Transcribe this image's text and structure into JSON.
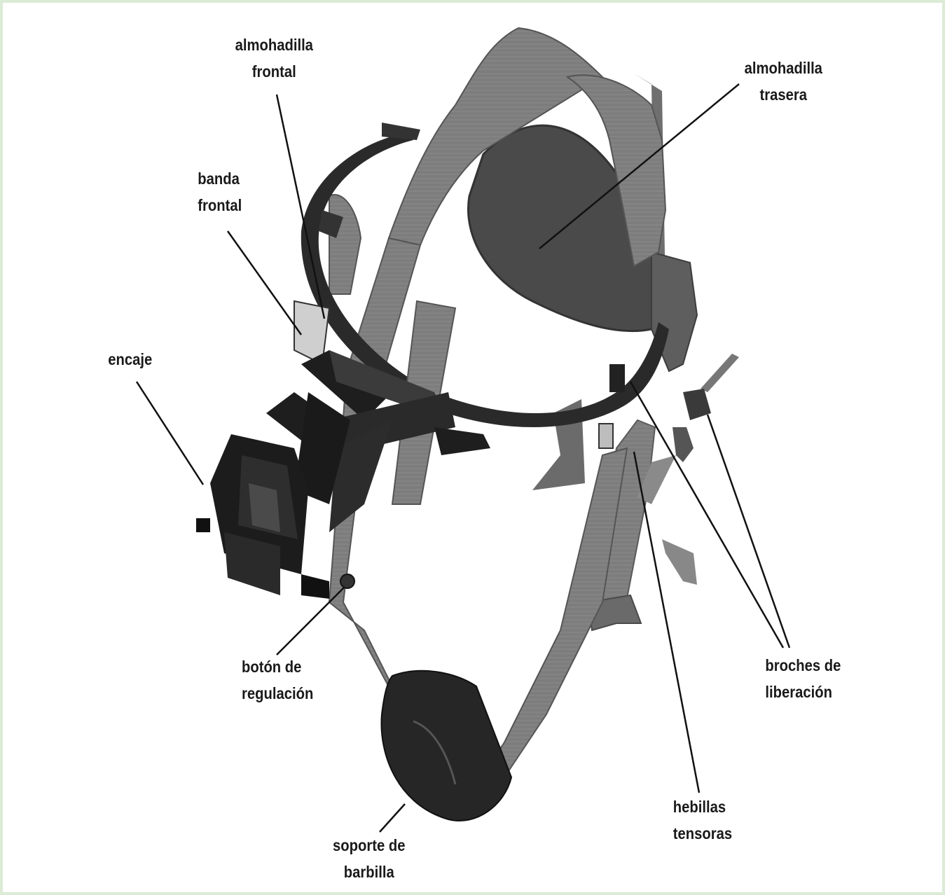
{
  "labels": {
    "almohadilla_frontal": {
      "line1": "almohadilla",
      "line2": "frontal"
    },
    "almohadilla_trasera": {
      "line1": "almohadilla",
      "line2": "trasera"
    },
    "banda_frontal": {
      "line1": "banda",
      "line2": "frontal"
    },
    "encaje": {
      "line1": "encaje"
    },
    "boton_regulacion": {
      "line1": "botón de",
      "line2": "regulación"
    },
    "broches_liberacion": {
      "line1": "broches de",
      "line2": "liberación"
    },
    "hebillas_tensoras": {
      "line1": "hebillas",
      "line2": "tensoras"
    },
    "soporte_barbilla": {
      "line1": "soporte de",
      "line2": "barbilla"
    }
  },
  "colors": {
    "frame_border": "#dcebd6",
    "strap": "#7d7d7d",
    "strap_dark": "#5a5a5a",
    "metal": "#2a2a2a",
    "pad": "#4a4a4a",
    "leader": "#111111"
  },
  "icons": {
    "device": "head-harness-illustration"
  }
}
